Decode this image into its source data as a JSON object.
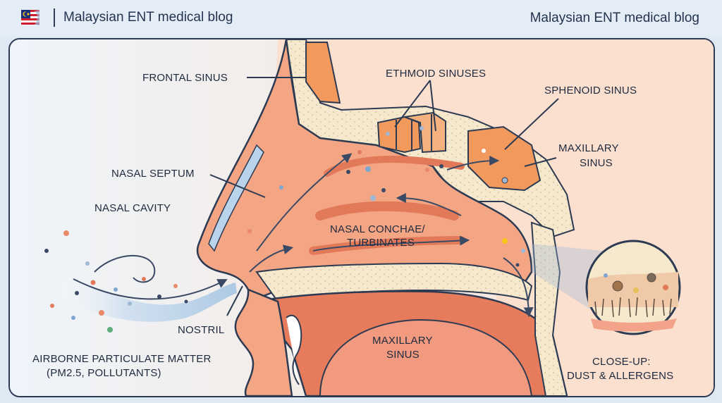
{
  "header": {
    "brand_left": "Malaysian ENT medical blog",
    "brand_right": "Malaysian ENT medical blog",
    "flag_icon": "malaysia-flag-icon"
  },
  "labels": {
    "frontal_sinus": "FRONTAL SINUS",
    "ethmoid_sinuses": "ETHMOID SINUSES",
    "sphenoid_sinus": "SPHENOID SINUS",
    "maxillary_sinus_top_1": "MAXILLARY",
    "maxillary_sinus_top_2": "SINUS",
    "nasal_septum": "NASAL SEPTUM",
    "nasal_cavity": "NASAL CAVITY",
    "nasal_conchae_1": "NASAL CONCHAE/",
    "nasal_conchae_2": "TURBINATES",
    "nostril": "NOSTRIL",
    "airborne_1": "AIRBORNE PARTICULATE MATTER",
    "airborne_2": "(PM2.5, POLLUTANTS)",
    "maxillary_sinus_bottom_1": "MAXILLARY",
    "maxillary_sinus_bottom_2": "SINUS",
    "closeup_1": "CLOSE-UP:",
    "closeup_2": "DUST & ALLERGENS"
  },
  "colors": {
    "tissue": "#f4a584",
    "tissue_dark": "#e27a5a",
    "sinus": "#f29a5e",
    "bone": "#f6e8cc",
    "outline": "#2c3a52",
    "airflow": "#b9d3ea"
  }
}
